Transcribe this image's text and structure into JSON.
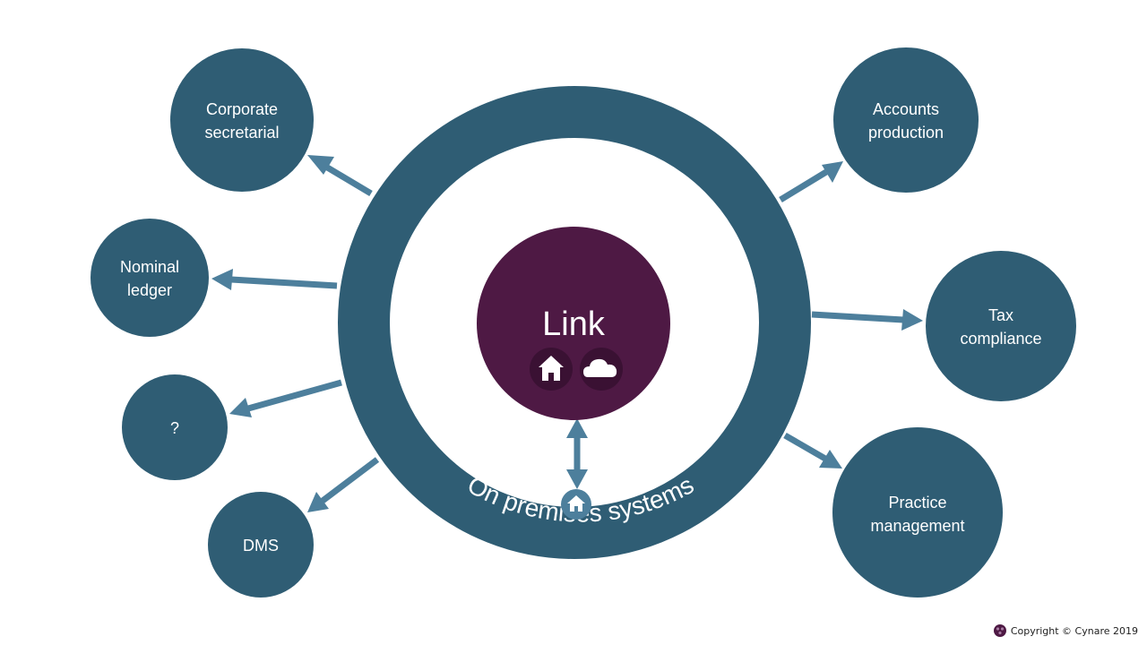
{
  "colors": {
    "teal": "#2f5d74",
    "arrow": "#4d7f9c",
    "purple": "#4e1944",
    "background": "#ffffff"
  },
  "center": {
    "title": "Link",
    "icons": [
      "home-icon",
      "cloud-icon"
    ]
  },
  "ring": {
    "label": "On premises systems",
    "icon": "home-icon"
  },
  "nodes": {
    "corporate": [
      "Corporate",
      "secretarial"
    ],
    "nominal": [
      "Nominal",
      "ledger"
    ],
    "unknown": [
      "?"
    ],
    "dms": [
      "DMS"
    ],
    "accounts": [
      "Accounts",
      "production"
    ],
    "tax": [
      "Tax",
      "compliance"
    ],
    "practice": [
      "Practice",
      "management"
    ]
  },
  "footer": {
    "copyright": "Copyright © Cynare 2019",
    "logo_icon": "cynare-logo-icon"
  }
}
